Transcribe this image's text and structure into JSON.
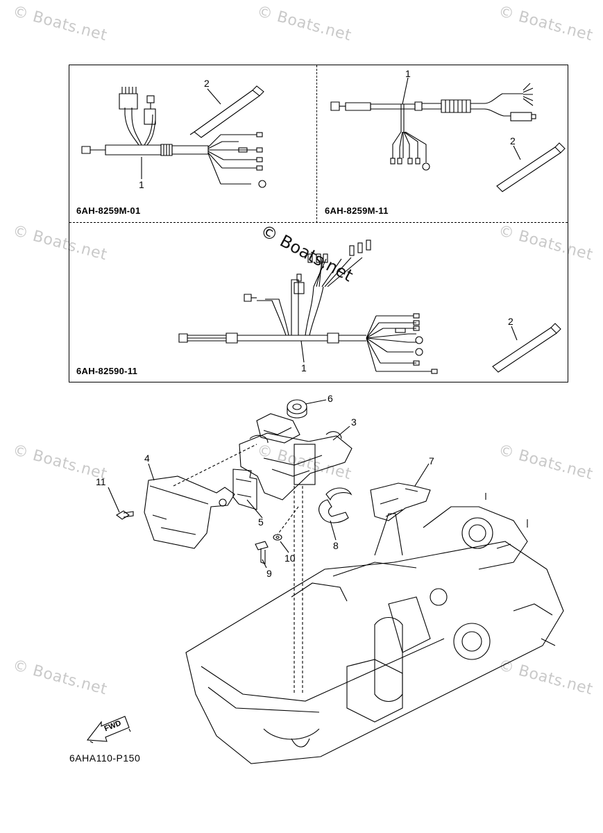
{
  "watermark": {
    "text": "© Boats.net"
  },
  "center_watermark": {
    "text": "© Boats.net"
  },
  "panels": [
    {
      "code": "6AH-8259M-01",
      "harness_callout": "1",
      "tie_callout": "2"
    },
    {
      "code": "6AH-8259M-11",
      "harness_callout": "1",
      "tie_callout": "2"
    },
    {
      "code": "6AH-82590-11",
      "harness_callout": "1",
      "tie_callout": "2"
    }
  ],
  "callouts": {
    "c3": "3",
    "c4": "4",
    "c5": "5",
    "c6": "6",
    "c7": "7",
    "c8": "8",
    "c9": "9",
    "c10": "10",
    "c11": "11"
  },
  "fwd_label": "FWD",
  "figure_id": "6AHA110-P150"
}
